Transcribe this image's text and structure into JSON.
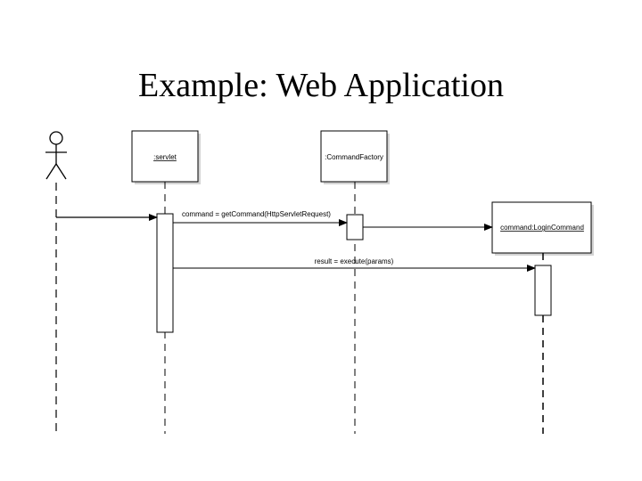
{
  "slide": {
    "title": "Example: Web Application"
  },
  "diagram": {
    "participants": [
      {
        "id": "actor",
        "label": ""
      },
      {
        "id": "servlet",
        "label": ":servlet"
      },
      {
        "id": "factory",
        "label": ":CommandFactory"
      },
      {
        "id": "login",
        "label": "command:LoginCommand"
      }
    ],
    "messages": [
      {
        "id": "msg-get-command",
        "label": "command = getCommand(HttpServletRequest)"
      },
      {
        "id": "msg-execute",
        "label": "result = execute(params)"
      }
    ],
    "colors": {
      "stroke": "#000000",
      "background": "#ffffff",
      "shadow": "#d0d0d0"
    }
  }
}
